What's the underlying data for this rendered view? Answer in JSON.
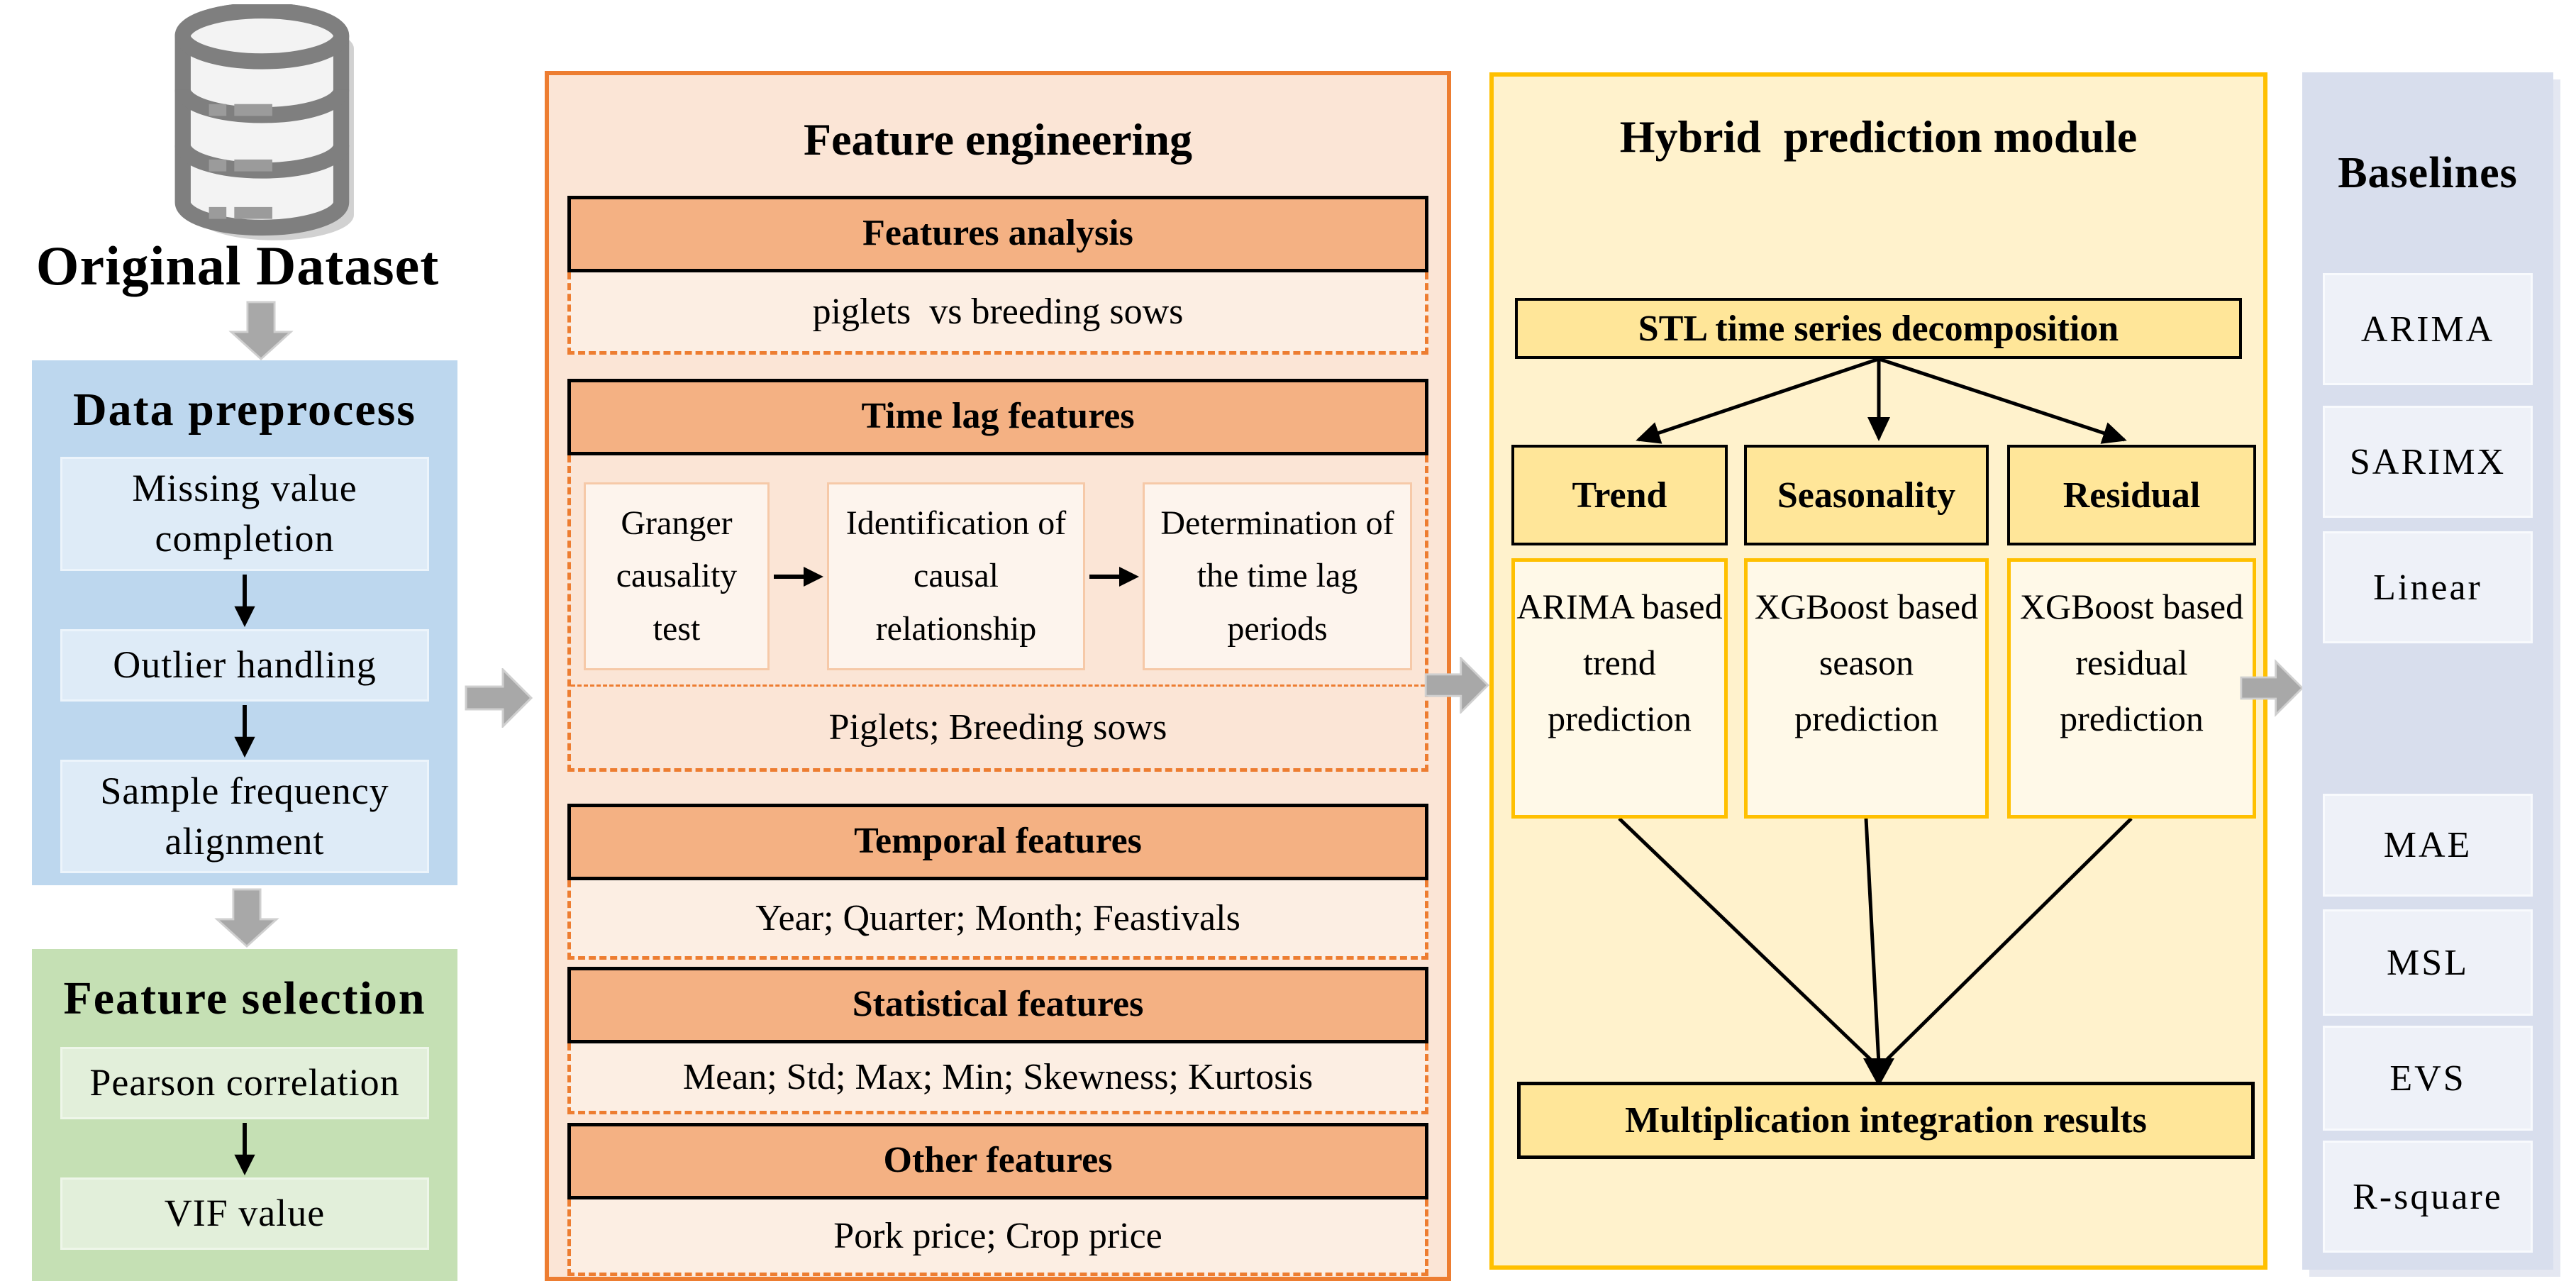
{
  "original_dataset": {
    "label": "Original Dataset"
  },
  "data_preprocess": {
    "title": "Data preprocess",
    "steps": [
      "Missing value completion",
      "Outlier handling",
      "Sample frequency alignment"
    ]
  },
  "feature_selection": {
    "title": "Feature selection",
    "steps": [
      "Pearson correlation",
      "VIF value"
    ]
  },
  "feature_engineering": {
    "title": "Feature engineering",
    "groups": [
      {
        "header": "Features analysis",
        "detail": "piglets  vs breeding sows"
      },
      {
        "header": "Time lag features",
        "steps": [
          "Granger causality test",
          "Identification of causal relationship",
          "Determination of the time lag periods"
        ],
        "detail": "Piglets; Breeding sows"
      },
      {
        "header": "Temporal features",
        "detail": "Year; Quarter; Month; Feastivals"
      },
      {
        "header": "Statistical features",
        "detail": "Mean; Std; Max; Min; Skewness; Kurtosis"
      },
      {
        "header": "Other features",
        "detail": "Pork price; Crop price"
      }
    ]
  },
  "hybrid_module": {
    "title": "Hybrid  prediction module",
    "decomposition": "STL time series decomposition",
    "components": [
      {
        "name": "Trend",
        "model": "ARIMA based trend prediction"
      },
      {
        "name": "Seasonality",
        "model": "XGBoost based season prediction"
      },
      {
        "name": "Residual",
        "model": "XGBoost based residual prediction"
      }
    ],
    "integration": "Multiplication integration results"
  },
  "baselines": {
    "title": "Baselines",
    "models": [
      "ARIMA",
      "SARIMX",
      "Linear"
    ],
    "metrics": [
      "MAE",
      "MSL",
      "EVS",
      "R-square"
    ]
  },
  "icons": {
    "database": "database-icon",
    "block_arrow": "flow-arrow-icon",
    "thin_arrow": "down-arrow-icon"
  },
  "colors": {
    "preprocess_panel": "#BDD7EE",
    "preprocess_step": "#DEEBF7",
    "selection_panel": "#C5E0B4",
    "selection_step": "#E2EFDA",
    "engineering_bg": "#FBE5D6",
    "engineering_border": "#ED7D31",
    "engineering_header": "#F4B183",
    "hybrid_bg": "#FFF2CC",
    "hybrid_border": "#FFC000",
    "hybrid_box": "#FFE699",
    "baselines_panel": "#D8DEED",
    "baselines_box": "#EEF1F8",
    "arrow_gray": "#A8A8A8"
  }
}
